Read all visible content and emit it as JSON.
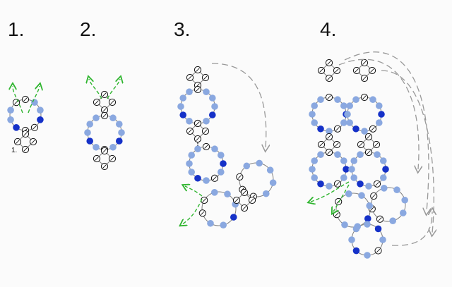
{
  "steps": [
    {
      "number": "1."
    },
    {
      "number": "2."
    },
    {
      "number": "3."
    },
    {
      "number": "4."
    }
  ],
  "start_marker": "1.",
  "colors": {
    "background": "#fbfbfb",
    "light_bead": "#8aa8e0",
    "dark_bead": "#1531c8",
    "clear_bead_fill": "#ffffff",
    "thread": "#808080",
    "green_arrow": "#2fb52f",
    "dashed_arrow": "#999999"
  },
  "icons": {
    "light_bead": "light-blue-bead-icon",
    "dark_bead": "dark-blue-bead-icon",
    "clear_bead": "clear-seed-bead-icon",
    "needle_path": "green-needle-arrow-icon",
    "move_arrow": "dashed-move-arrow-icon"
  }
}
